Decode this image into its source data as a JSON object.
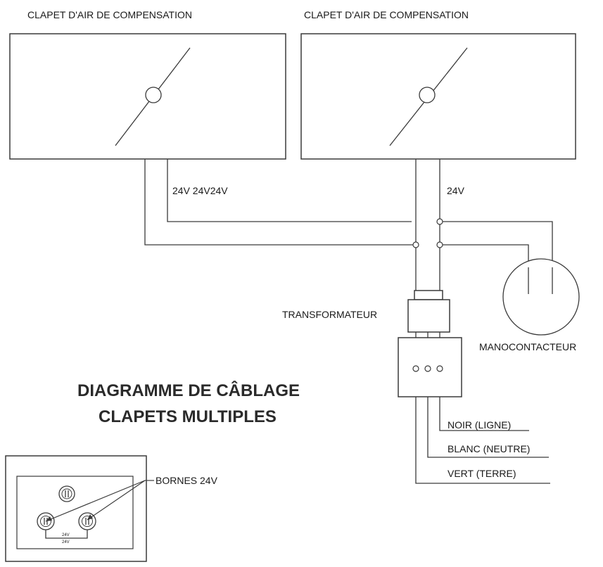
{
  "dampers": [
    {
      "label": "CLAPET D'AIR DE COMPENSATION"
    },
    {
      "label": "CLAPET D'AIR DE COMPENSATION"
    }
  ],
  "voltage_labels": {
    "left": "24V 24V24V",
    "right": "24V"
  },
  "transformer": {
    "label": "TRANSFORMATEUR"
  },
  "pressure_switch": {
    "label": "MANOCONTACTEUR"
  },
  "title": {
    "line1": "DIAGRAMME DE CÂBLAGE",
    "line2": "CLAPETS MULTIPLES"
  },
  "wires": [
    {
      "label": "NOIR (LIGNE)"
    },
    {
      "label": "BLANC (NEUTRE)"
    },
    {
      "label": "VERT (TERRE)"
    }
  ],
  "inset": {
    "callout": "BORNES 24V",
    "small_labels": [
      "24V",
      "24V"
    ]
  }
}
